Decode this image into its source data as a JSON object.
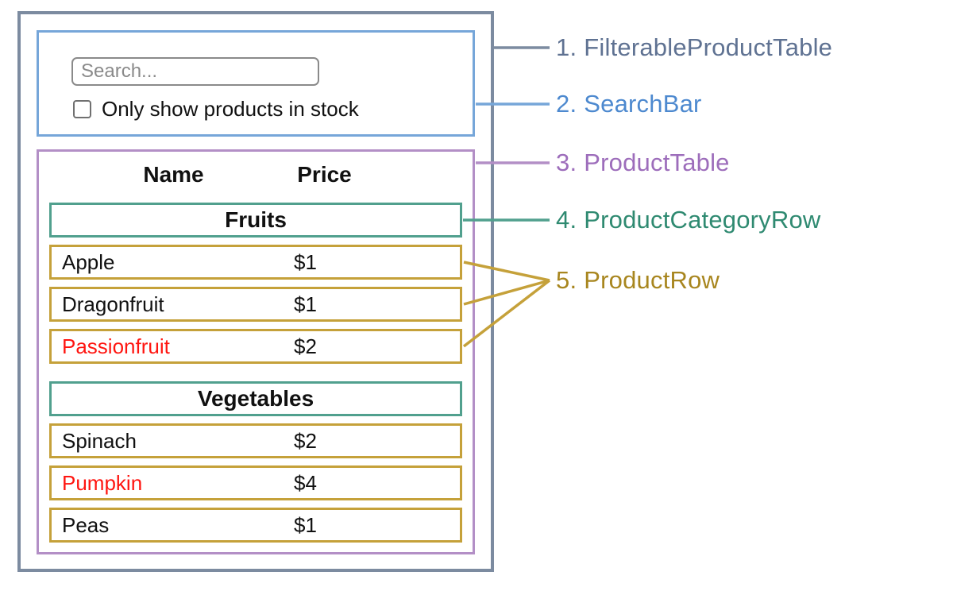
{
  "search_bar": {
    "input_placeholder": "Search...",
    "checkbox_label": "Only show products in stock",
    "checkbox_checked": false
  },
  "product_table": {
    "name_header": "Name",
    "price_header": "Price",
    "categories": [
      {
        "label": "Fruits",
        "products": [
          {
            "name": "Apple",
            "price": "$1"
          },
          {
            "name": "Dragonfruit",
            "price": "$1"
          },
          {
            "name": "Passionfruit",
            "price": "$2",
            "name_color": "#ff1510"
          }
        ]
      },
      {
        "label": "Vegetables",
        "products": [
          {
            "name": "Spinach",
            "price": "$2"
          },
          {
            "name": "Pumpkin",
            "price": "$4",
            "name_color": "#ff1510"
          },
          {
            "name": "Peas",
            "price": "$1"
          }
        ]
      }
    ]
  },
  "annotations": [
    {
      "number": "1.",
      "label": "FilterableProductTable",
      "color": "#5f7292"
    },
    {
      "number": "2.",
      "label": "SearchBar",
      "color": "#4d89cf"
    },
    {
      "number": "3.",
      "label": "ProductTable",
      "color": "#9d6dbb"
    },
    {
      "number": "4.",
      "label": "ProductCategoryRow",
      "color": "#2f8a71"
    },
    {
      "number": "5.",
      "label": "ProductRow",
      "color": "#a8861f"
    }
  ],
  "colors": {
    "filterable_product_table_border": "#7c8ba0",
    "search_bar_border": "#76a6d9",
    "product_table_border": "#b38fc6",
    "product_category_row_border": "#51a08e",
    "product_row_border": "#c5a13a",
    "out_of_stock_text": "#ff1510"
  }
}
